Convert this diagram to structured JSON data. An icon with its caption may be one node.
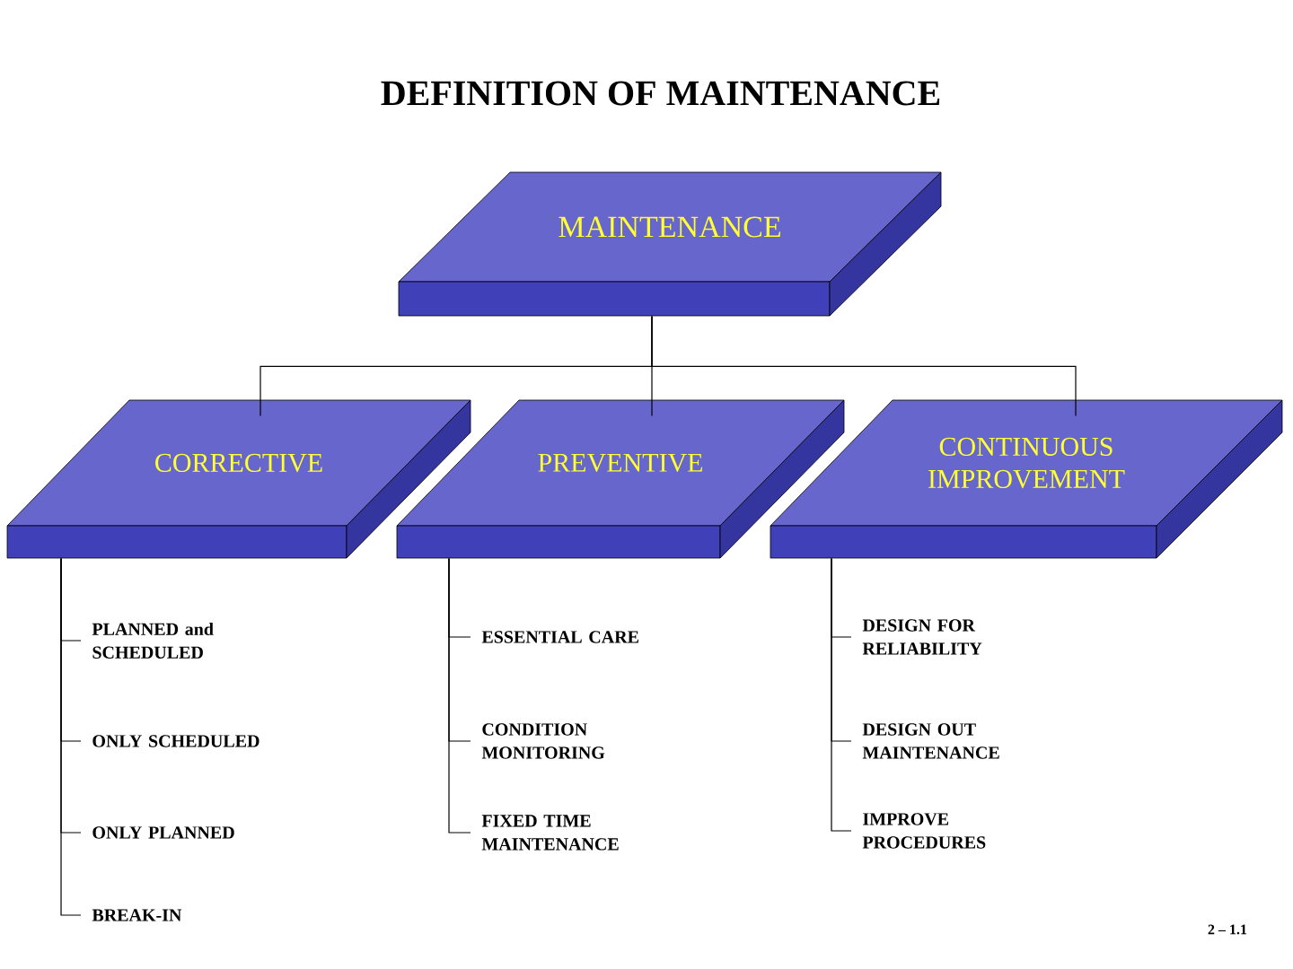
{
  "diagram": {
    "title": "DEFINITION  OF  MAINTENANCE",
    "nodes": [
      {
        "text": [
          "MAINTENANCE"
        ]
      },
      {
        "text": [
          "CORRECTIVE"
        ]
      },
      {
        "text": [
          "PREVENTIVE"
        ]
      },
      {
        "text": [
          "CONTINUOUS IMPROVEMENT"
        ]
      },
      {
        "text": [
          "PLANNED and SCHEDULED"
        ]
      },
      {
        "text": [
          "ONLY SCHEDULED"
        ]
      },
      {
        "text": [
          "ONLY PLANNED"
        ]
      },
      {
        "text": [
          "BREAK-IN"
        ]
      },
      {
        "text": [
          "ESSENTIAL CARE"
        ]
      },
      {
        "text": [
          "CONDITION MONITORING"
        ]
      },
      {
        "text": [
          "FIXED TIME MAINTENANCE"
        ]
      },
      {
        "text": [
          "DESIGN FOR RELIABILITY"
        ]
      },
      {
        "text": [
          "DESIGN OUT MAINTENANCE"
        ]
      },
      {
        "text": [
          "IMPROVE PROCEDURES"
        ]
      }
    ],
    "edges": [
      {
        "from": 0,
        "to": 1,
        "arrow": "none"
      },
      {
        "from": 0,
        "to": 2,
        "arrow": "none"
      },
      {
        "from": 0,
        "to": 3,
        "arrow": "none"
      },
      {
        "from": 1,
        "to": 4,
        "arrow": "none"
      },
      {
        "from": 1,
        "to": 5,
        "arrow": "none"
      },
      {
        "from": 1,
        "to": 6,
        "arrow": "none"
      },
      {
        "from": 1,
        "to": 7,
        "arrow": "none"
      },
      {
        "from": 2,
        "to": 8,
        "arrow": "none"
      },
      {
        "from": 2,
        "to": 9,
        "arrow": "none"
      },
      {
        "from": 2,
        "to": 10,
        "arrow": "none"
      },
      {
        "from": 3,
        "to": 11,
        "arrow": "none"
      },
      {
        "from": 3,
        "to": 12,
        "arrow": "none"
      },
      {
        "from": 3,
        "to": 13,
        "arrow": "none"
      }
    ],
    "labels": [
      "2 – 1.1"
    ]
  }
}
